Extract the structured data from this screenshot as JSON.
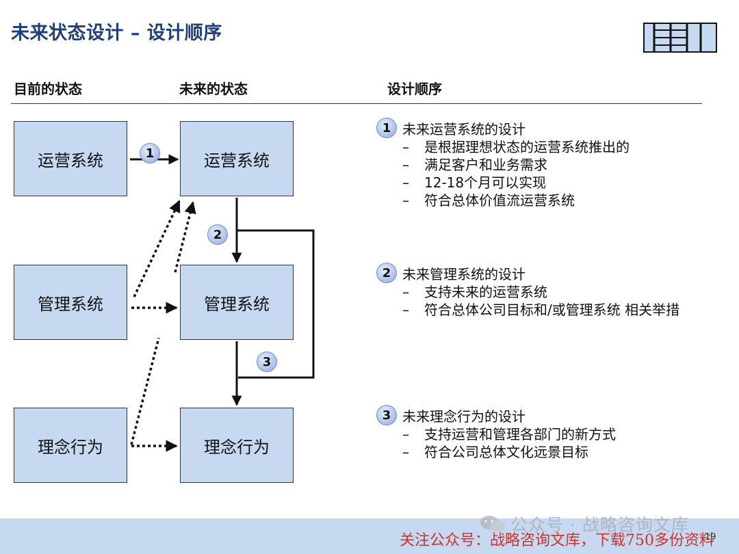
{
  "page": {
    "title": "未来状态设计 – 设计顺序"
  },
  "columns": {
    "current": "目前的状态",
    "future": "未来的状态",
    "sequence": "设计顺序"
  },
  "boxes": {
    "current": [
      "运营系统",
      "管理系统",
      "理念行为"
    ],
    "future": [
      "运营系统",
      "管理系统",
      "理念行为"
    ]
  },
  "diagram_badges": [
    "1",
    "2",
    "3"
  ],
  "steps": [
    {
      "number": "1",
      "title": "未来运营系统的设计",
      "bullets": [
        "是根据理想状态的运营系统推出的",
        "满足客户和业务需求",
        "12-18个月可以实现",
        "符合总体价值流运营系统"
      ]
    },
    {
      "number": "2",
      "title": "未来管理系统的设计",
      "bullets": [
        "支持未来的运营系统",
        "符合总体公司目标和/或管理系统 相关举措"
      ]
    },
    {
      "number": "3",
      "title": "未来理念行为的设计",
      "bullets": [
        "支持运营和管理各部门的新方式",
        "符合公司总体文化远景目标"
      ]
    }
  ],
  "bullet_dash": "–",
  "footer": {
    "text": "关注公众号：战略咨询文库，下载750多份资料",
    "watermark": "公众号 · 战略咨询文库",
    "page_number": "19"
  },
  "colors": {
    "title": "#1f3f78",
    "box_fill": "#c6d9f1",
    "footer_bg": "#c6d9f1",
    "footer_text": "#d0312d"
  },
  "icons": {
    "logo": "grid-logo-icon",
    "watermark": "wechat-icon"
  }
}
